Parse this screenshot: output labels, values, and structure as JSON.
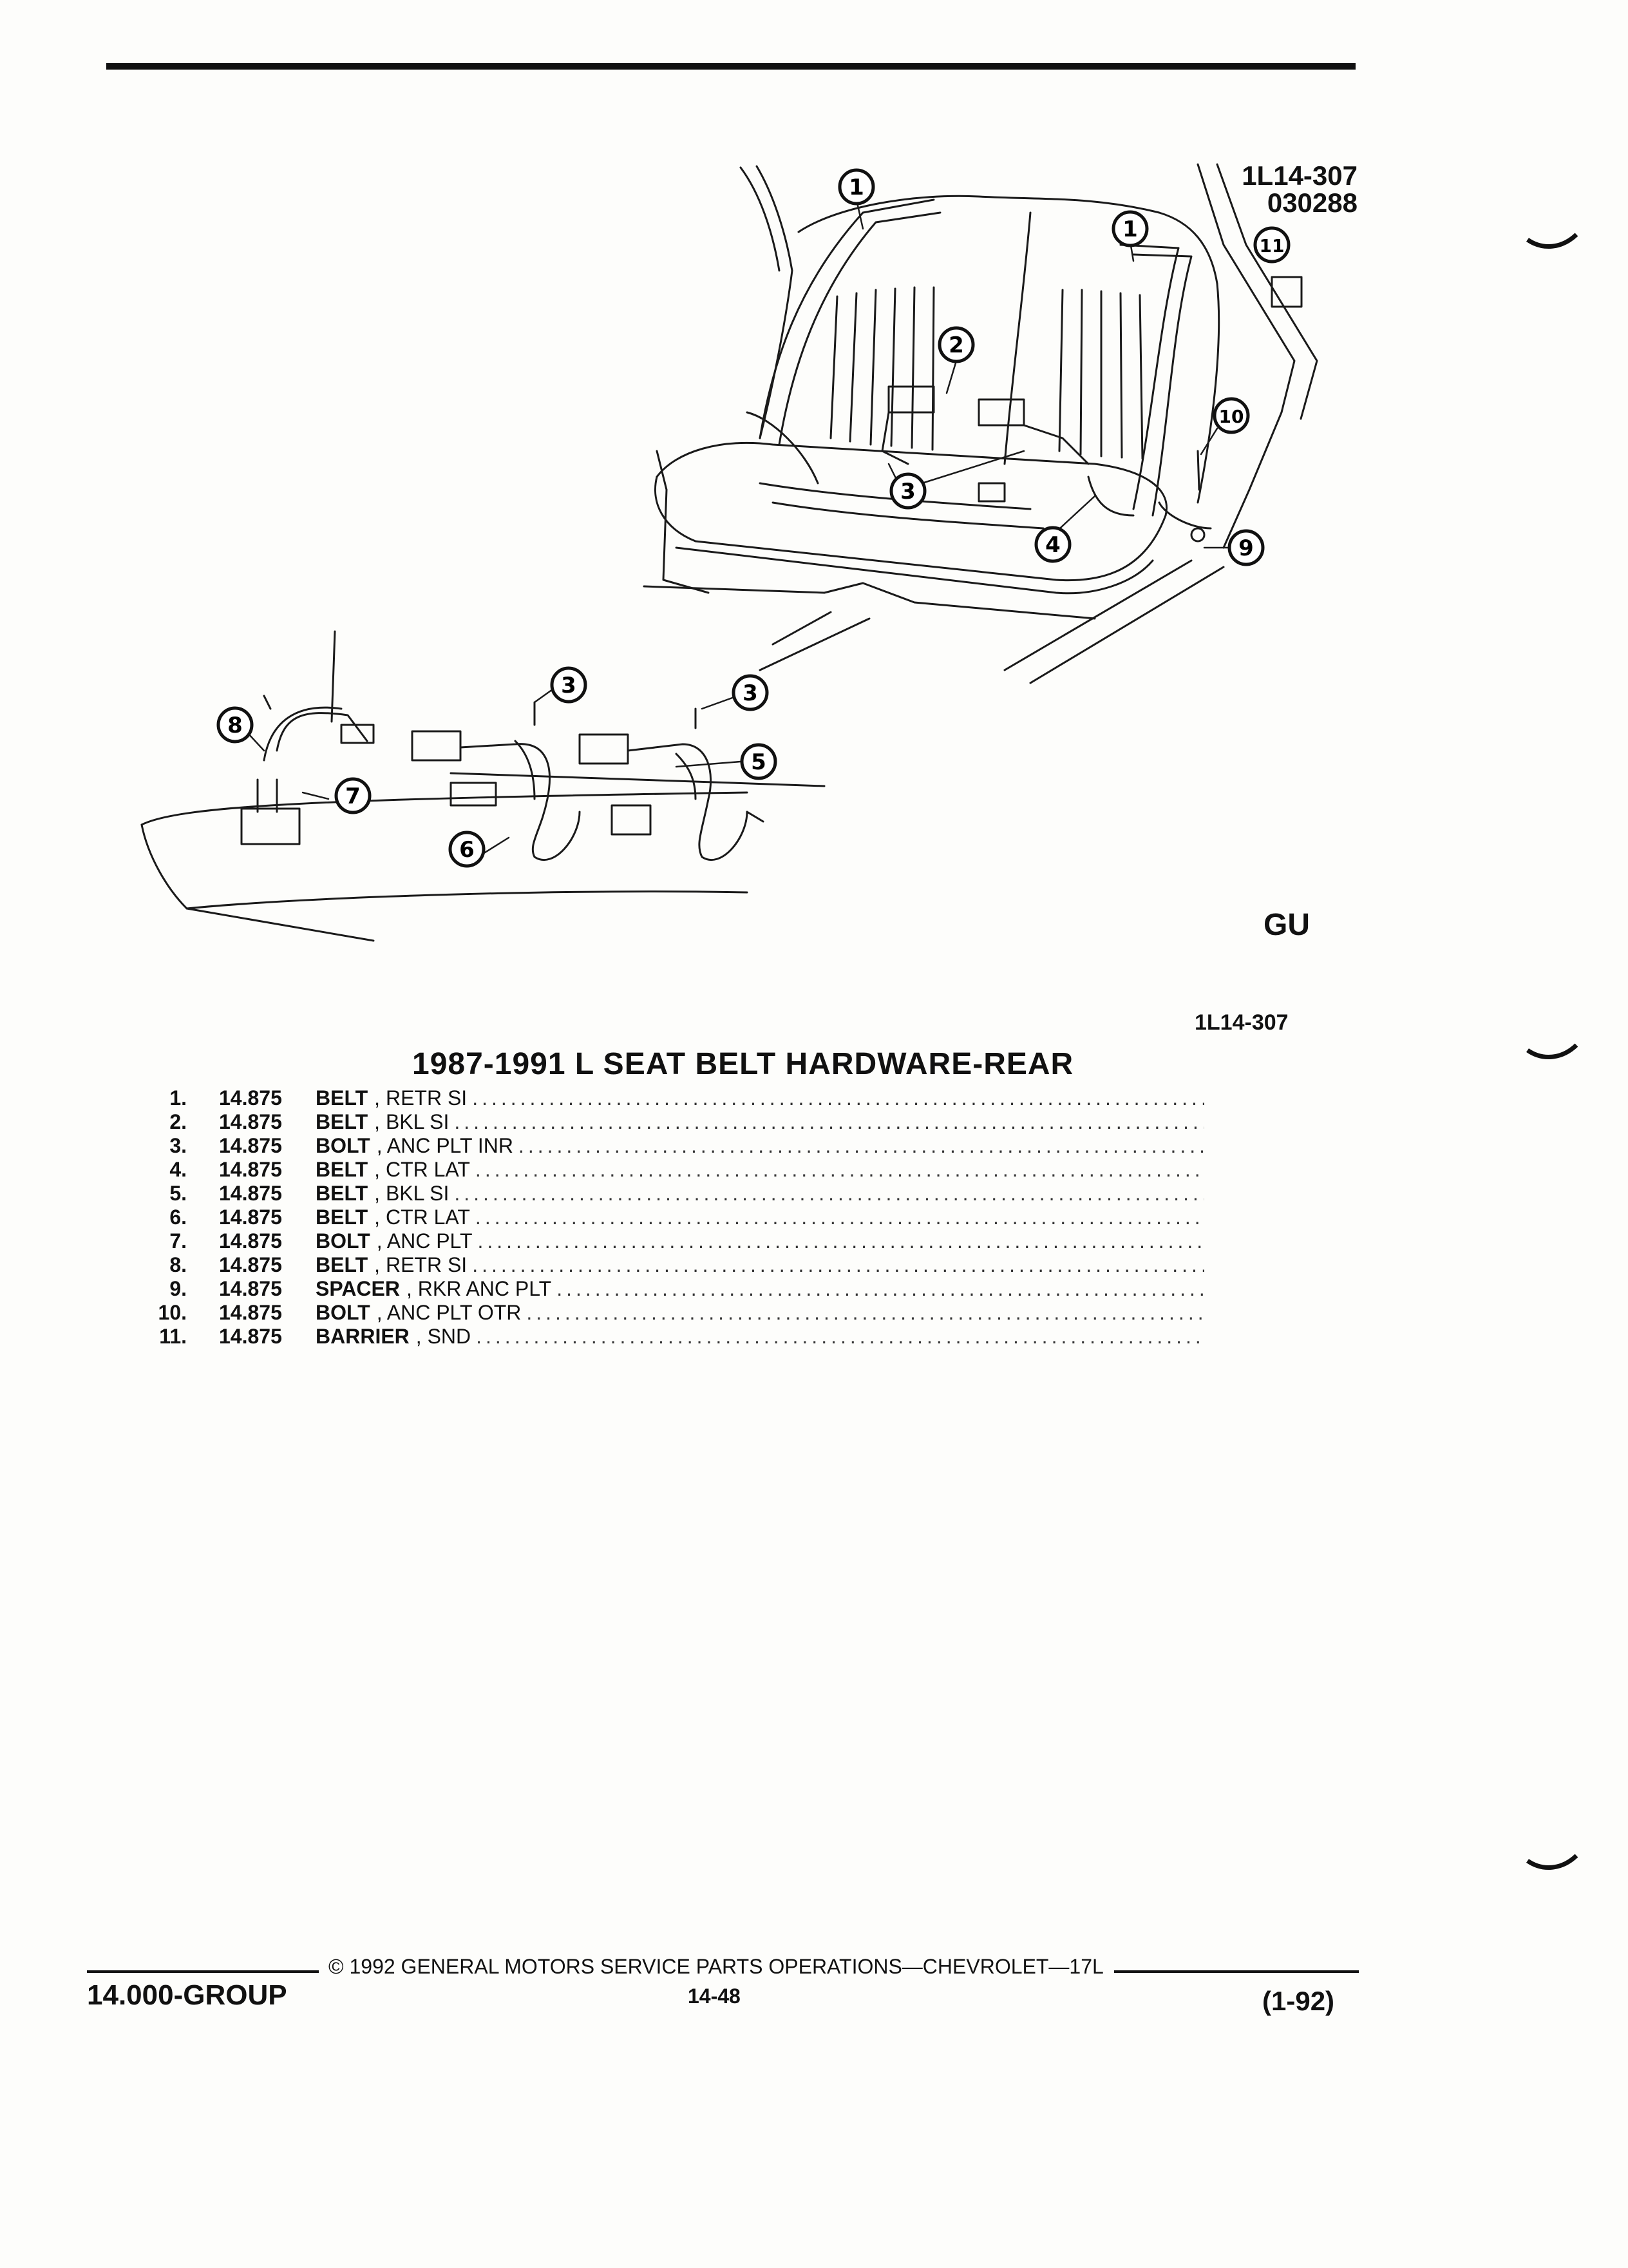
{
  "figure": {
    "code_1": "1L14-307",
    "code_2": "030288",
    "illustration_id": "1L14-307",
    "logo": "GU",
    "callouts": [
      {
        "n": "1"
      },
      {
        "n": "1"
      },
      {
        "n": "11"
      },
      {
        "n": "2"
      },
      {
        "n": "10"
      },
      {
        "n": "3"
      },
      {
        "n": "4"
      },
      {
        "n": "9"
      },
      {
        "n": "3"
      },
      {
        "n": "3"
      },
      {
        "n": "8"
      },
      {
        "n": "5"
      },
      {
        "n": "7"
      },
      {
        "n": "6"
      }
    ]
  },
  "section_title": "1987-1991 L SEAT BELT HARDWARE-REAR",
  "parts": [
    {
      "num": "1.",
      "group": "14.875",
      "name": "BELT",
      "desc": ", RETR SI"
    },
    {
      "num": "2.",
      "group": "14.875",
      "name": "BELT",
      "desc": ", BKL SI"
    },
    {
      "num": "3.",
      "group": "14.875",
      "name": "BOLT",
      "desc": ", ANC PLT INR"
    },
    {
      "num": "4.",
      "group": "14.875",
      "name": "BELT",
      "desc": ", CTR LAT"
    },
    {
      "num": "5.",
      "group": "14.875",
      "name": "BELT",
      "desc": ", BKL SI"
    },
    {
      "num": "6.",
      "group": "14.875",
      "name": "BELT",
      "desc": ", CTR LAT"
    },
    {
      "num": "7.",
      "group": "14.875",
      "name": "BOLT",
      "desc": ", ANC PLT"
    },
    {
      "num": "8.",
      "group": "14.875",
      "name": "BELT",
      "desc": ", RETR SI"
    },
    {
      "num": "9.",
      "group": "14.875",
      "name": "SPACER",
      "desc": ", RKR ANC PLT"
    },
    {
      "num": "10.",
      "group": "14.875",
      "name": "BOLT",
      "desc": ", ANC PLT OTR"
    },
    {
      "num": "11.",
      "group": "14.875",
      "name": "BARRIER",
      "desc": ", SND"
    }
  ],
  "footer": {
    "group": "14.000-GROUP",
    "copyright": "© 1992 GENERAL MOTORS SERVICE PARTS OPERATIONS—CHEVROLET—17L",
    "page": "14-48",
    "date": "(1-92)"
  }
}
